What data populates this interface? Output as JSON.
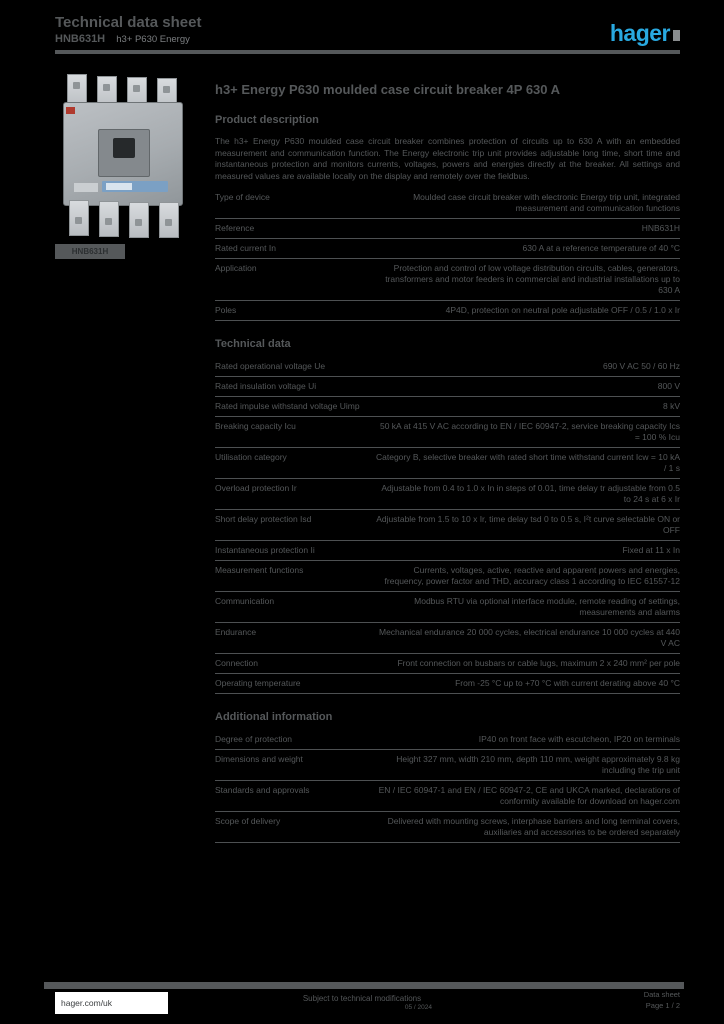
{
  "colors": {
    "background": "#000000",
    "text": "#55585a",
    "brand_cyan": "#29a9e0",
    "footer_box": "#ffffff"
  },
  "header": {
    "title": "Technical data sheet",
    "reference": "HNB631H",
    "range": "h3+ P630 Energy",
    "logo_text": "hager"
  },
  "product": {
    "title": "h3+ Energy P630 moulded case circuit breaker 4P 630 A",
    "photo_caption": "HNB631H"
  },
  "sections": [
    {
      "heading": "Product description",
      "intro": "The h3+ Energy P630 moulded case circuit breaker combines protection of circuits up to 630 A with an embedded measurement and communication function. The Energy electronic trip unit provides adjustable long time, short time and instantaneous protection and monitors currents, voltages, powers and energies directly at the breaker. All settings and measured values are available locally on the display and remotely over the fieldbus.",
      "rows": [
        {
          "label": "Type of device",
          "value": "Moulded case circuit breaker with electronic Energy trip unit, integrated measurement and communication functions"
        },
        {
          "label": "Reference",
          "value": "HNB631H"
        },
        {
          "label": "Rated current In",
          "value": "630 A at a reference temperature of 40 °C"
        },
        {
          "label": "Application",
          "value": "Protection and control of low voltage distribution circuits, cables, generators, transformers and motor feeders in commercial and industrial installations up to 630 A"
        },
        {
          "label": "Poles",
          "value": "4P4D, protection on neutral pole adjustable OFF / 0.5 / 1.0 x Ir"
        }
      ]
    },
    {
      "heading": "Technical data",
      "intro": "",
      "rows": [
        {
          "label": "Rated operational voltage Ue",
          "value": "690 V AC 50 / 60 Hz"
        },
        {
          "label": "Rated insulation voltage Ui",
          "value": "800 V"
        },
        {
          "label": "Rated impulse withstand voltage Uimp",
          "value": "8 kV"
        },
        {
          "label": "Breaking capacity Icu",
          "value": "50 kA at 415 V AC according to EN / IEC 60947-2, service breaking capacity Ics = 100 % Icu"
        },
        {
          "label": "Utilisation category",
          "value": "Category B, selective breaker with rated short time withstand current Icw = 10 kA / 1 s"
        },
        {
          "label": "Overload protection Ir",
          "value": "Adjustable from 0.4 to 1.0 x In in steps of 0.01, time delay tr adjustable from 0.5 to 24 s at 6 x Ir"
        },
        {
          "label": "Short delay protection Isd",
          "value": "Adjustable from 1.5 to 10 x Ir, time delay tsd 0 to 0.5 s, I²t curve selectable ON or OFF"
        },
        {
          "label": "Instantaneous protection Ii",
          "value": "Fixed at 11 x In"
        },
        {
          "label": "Measurement functions",
          "value": "Currents, voltages, active, reactive and apparent powers and energies, frequency, power factor and THD, accuracy class 1 according to IEC 61557-12"
        },
        {
          "label": "Communication",
          "value": "Modbus RTU via optional interface module, remote reading of settings, measurements and alarms"
        },
        {
          "label": "Endurance",
          "value": "Mechanical endurance 20 000 cycles, electrical endurance 10 000 cycles at 440 V AC"
        },
        {
          "label": "Connection",
          "value": "Front connection on busbars or cable lugs, maximum 2 x 240 mm² per pole"
        },
        {
          "label": "Operating temperature",
          "value": "From -25 °C up to +70 °C with current derating above 40 °C"
        }
      ]
    },
    {
      "heading": "Additional information",
      "intro": "",
      "rows": [
        {
          "label": "Degree of protection",
          "value": "IP40 on front face with escutcheon, IP20 on terminals"
        },
        {
          "label": "Dimensions and weight",
          "value": "Height 327 mm, width 210 mm, depth 110 mm, weight approximately 9.8 kg including the trip unit"
        },
        {
          "label": "Standards and approvals",
          "value": "EN / IEC 60947-1 and EN / IEC 60947-2, CE and UKCA marked, declarations of conformity available for download on hager.com"
        },
        {
          "label": "Scope of delivery",
          "value": "Delivered with mounting screws, interphase barriers and long terminal covers, auxiliaries and accessories to be ordered separately"
        }
      ]
    }
  ],
  "footer": {
    "website": "hager.com/uk",
    "center_line1": "Subject to technical modifications",
    "center_line2": "05 / 2024",
    "right_line1": "Data sheet",
    "right_line2": "Page 1 / 2"
  }
}
